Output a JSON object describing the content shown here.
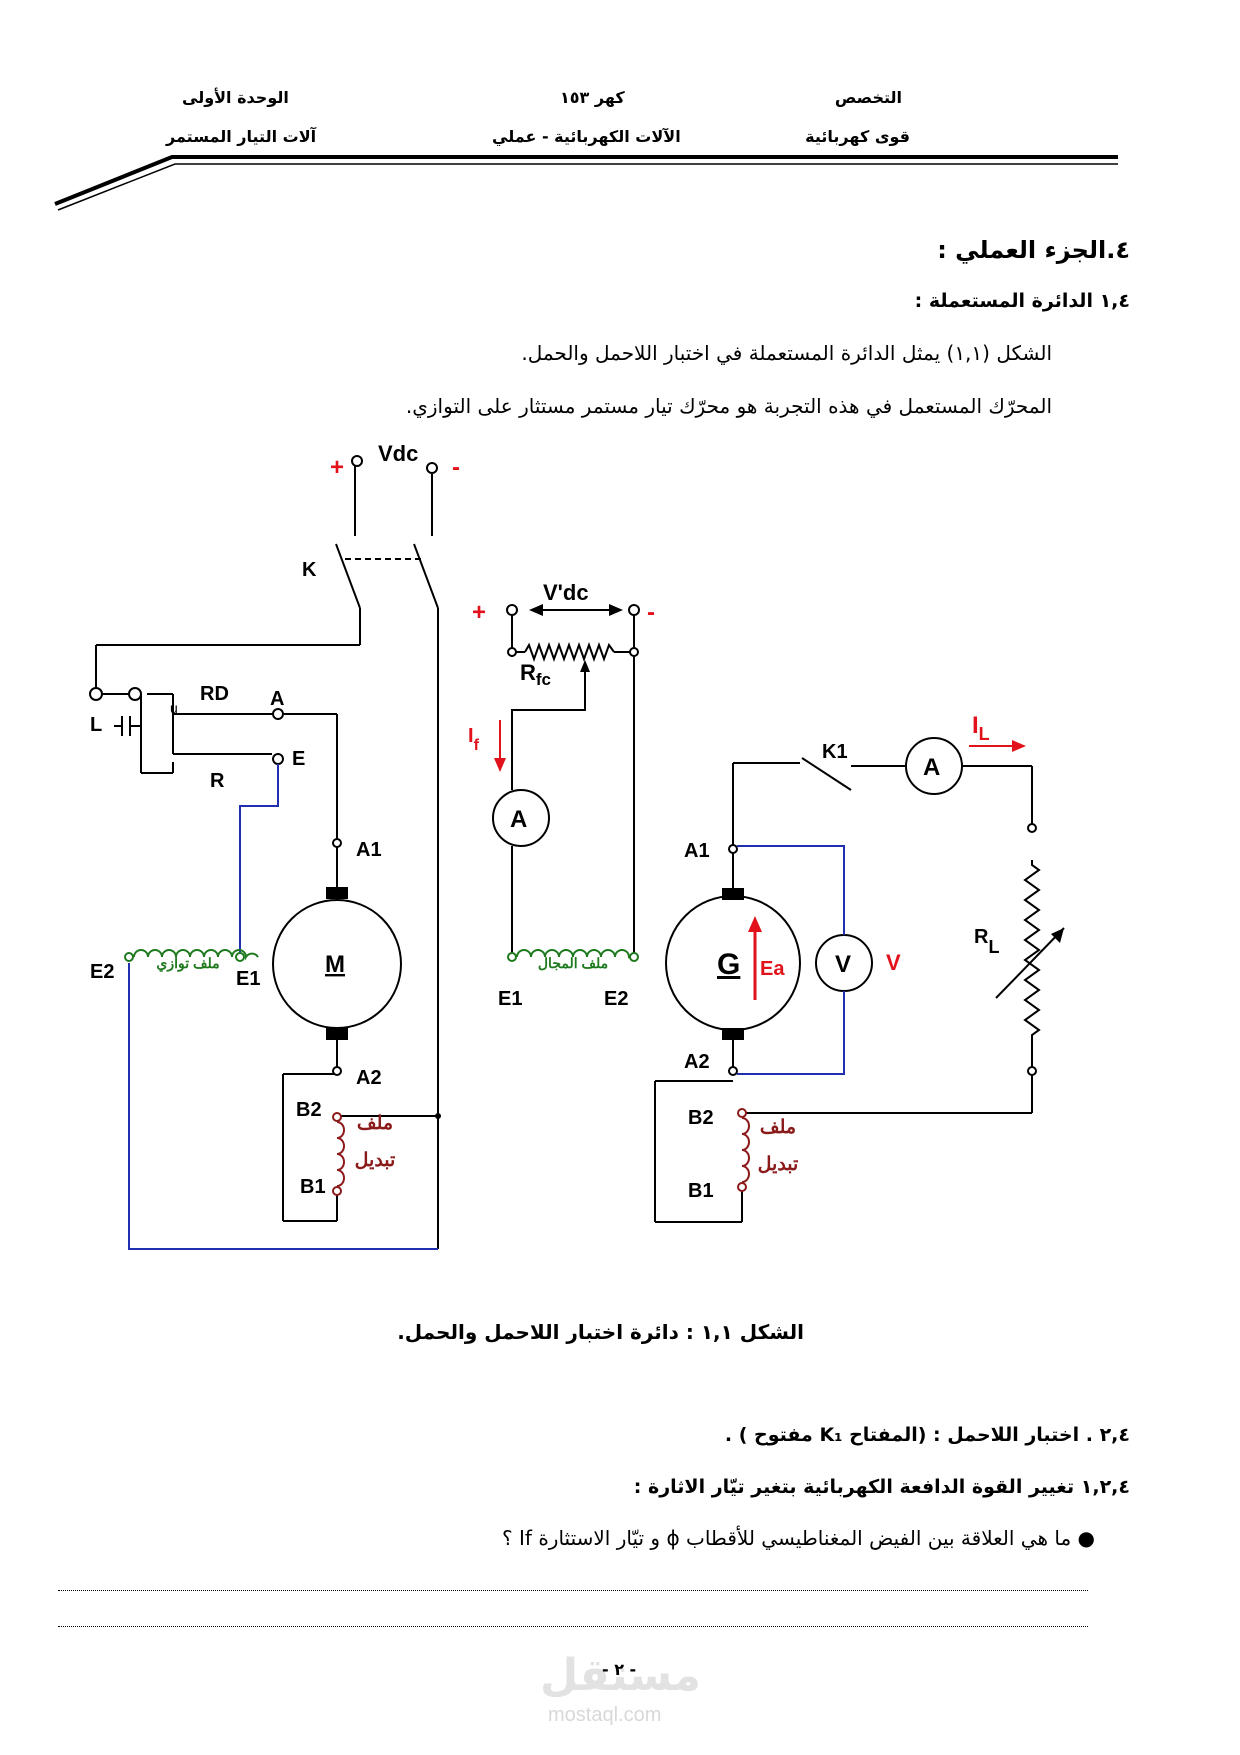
{
  "header": {
    "right_top": "التخصص",
    "right_bottom": "قوى كهربائية",
    "center_top": "كهر ١٥٣",
    "center_bottom": "الآلات الكهربائية -   عملي",
    "left_top": "الوحدة الأولى",
    "left_bottom": "آلات التيار المستمر"
  },
  "section": {
    "title": "٤.الجزء العملي :",
    "subtitle": "١,٤  الدائرة المستعملة :",
    "para1": "الشكل (١,١) يمثل الدائرة المستعملة في اختبار اللاحمل والحمل.",
    "para2": "المحرّك المستعمل في هذه التجربة هو محرّك تيار مستمر مستثار  على التوازي."
  },
  "diagram": {
    "labels": {
      "plus": "+",
      "minus": "-",
      "vdc": "Vdc",
      "vpdc": "V'dc",
      "k": "K",
      "k1": "K1",
      "l": "L",
      "u": "u",
      "rd": "RD",
      "a": "A",
      "e": "E",
      "r": "R",
      "a1": "A1",
      "a2": "A2",
      "b1": "B1",
      "b2": "B2",
      "e1": "E1",
      "e2": "E2",
      "m": "M",
      "g": "G",
      "ea": "Ea",
      "v": "V",
      "rfc_r": "R",
      "rfc_sub": "fc",
      "if_i": "I",
      "if_sub": "f",
      "il_i": "I",
      "il_sub": "L",
      "rl_r": "R",
      "rl_sub": "L",
      "ammeter": "A",
      "voltmeter": "V"
    },
    "arabic": {
      "shunt_coil": "ملف توازي",
      "field_coil": "ملف المجال",
      "commutating_1": "ملف",
      "commutating_2": "تبديل"
    }
  },
  "figure": {
    "caption": "الشكل  ١,١ :  دائرة اختبار اللاحمل والحمل."
  },
  "items": {
    "item1": "٢,٤  .  اختبار اللاحمل : (المفتاح K₁ مفتوح ) .",
    "item2": "١,٢,٤  تغيير القوة الدافعة الكهربائية بتغير تيّار الاثارة :",
    "bullet": "●   ما هي العلاقة بين الفيض  المغناطيسي للأقطاب  ϕ  و تيّار الاستثارة If ؟"
  },
  "footer": {
    "page": "- ٢ -",
    "wm_ar": "مستقل",
    "wm_en": "mostaql.com"
  },
  "colors": {
    "red": "#e1121b",
    "blue": "#1f2fb0",
    "green": "#1f7a1f",
    "maroon": "#8b1a1a"
  }
}
